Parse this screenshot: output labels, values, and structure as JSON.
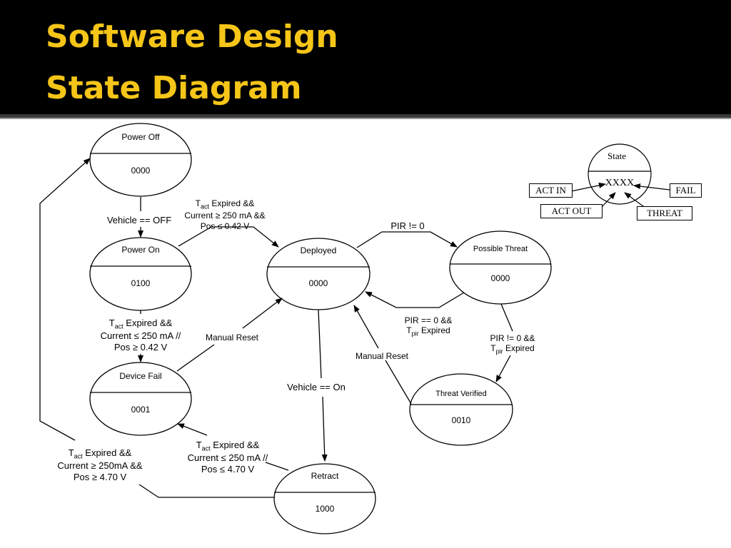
{
  "slide": {
    "title_line1": "Software Design",
    "title_line2": "State Diagram"
  },
  "colors": {
    "header_bg": "#000000",
    "title": "#f5c518"
  },
  "states": {
    "power_off": {
      "name": "Power Off",
      "code": "0000"
    },
    "power_on": {
      "name": "Power On",
      "code": "0100"
    },
    "device_fail": {
      "name": "Device Fail",
      "code": "0001"
    },
    "deployed": {
      "name": "Deployed",
      "code": "0000"
    },
    "possible_threat": {
      "name": "Possible Threat",
      "code": "0000"
    },
    "threat_verified": {
      "name": "Threat Verified",
      "code": "0010"
    },
    "retract": {
      "name": "Retract",
      "code": "1000"
    }
  },
  "transitions": {
    "vehicle_off": "Vehicle == OFF",
    "power_on_to_deployed": {
      "line1_pre": "T",
      "line1_sub": "act",
      "line1_post": " Expired &&",
      "line2": "Current ≥ 250 mA &&",
      "line3": "Pos ≤ 0.42 V"
    },
    "power_on_to_fail": {
      "line1_pre": "T",
      "line1_sub": "act",
      "line1_post": " Expired &&",
      "line2": "Current ≤ 250 mA //",
      "line3": "Pos ≥ 0.42 V"
    },
    "manual_reset_fail": "Manual Reset",
    "pir_nonzero": "PIR != 0",
    "pir_zero_expired": {
      "line1": "PIR == 0 &&",
      "line2_pre": "T",
      "line2_sub": "pir",
      "line2_post": " Expired"
    },
    "pir_nonzero_expired": {
      "line1": "PIR != 0 &&",
      "line2_pre": "T",
      "line2_sub": "pir",
      "line2_post": " Expired"
    },
    "manual_reset_threat": "Manual Reset",
    "vehicle_on": "Vehicle == On",
    "retract_to_fail": {
      "line1_pre": "T",
      "line1_sub": "act",
      "line1_post": " Expired &&",
      "line2": "Current ≤ 250 mA //",
      "line3": "Pos ≤ 4.70 V"
    },
    "retract_to_power_off": {
      "line1_pre": "T",
      "line1_sub": "act",
      "line1_post": " Expired &&",
      "line2": "Current ≥ 250mA &&",
      "line3": "Pos ≥ 4.70 V"
    }
  },
  "legend": {
    "state_label": "State",
    "code_label": "XXXX",
    "act_in": "ACT  IN",
    "act_out": "ACT  OUT",
    "fail": "FAIL",
    "threat": "THREAT"
  }
}
